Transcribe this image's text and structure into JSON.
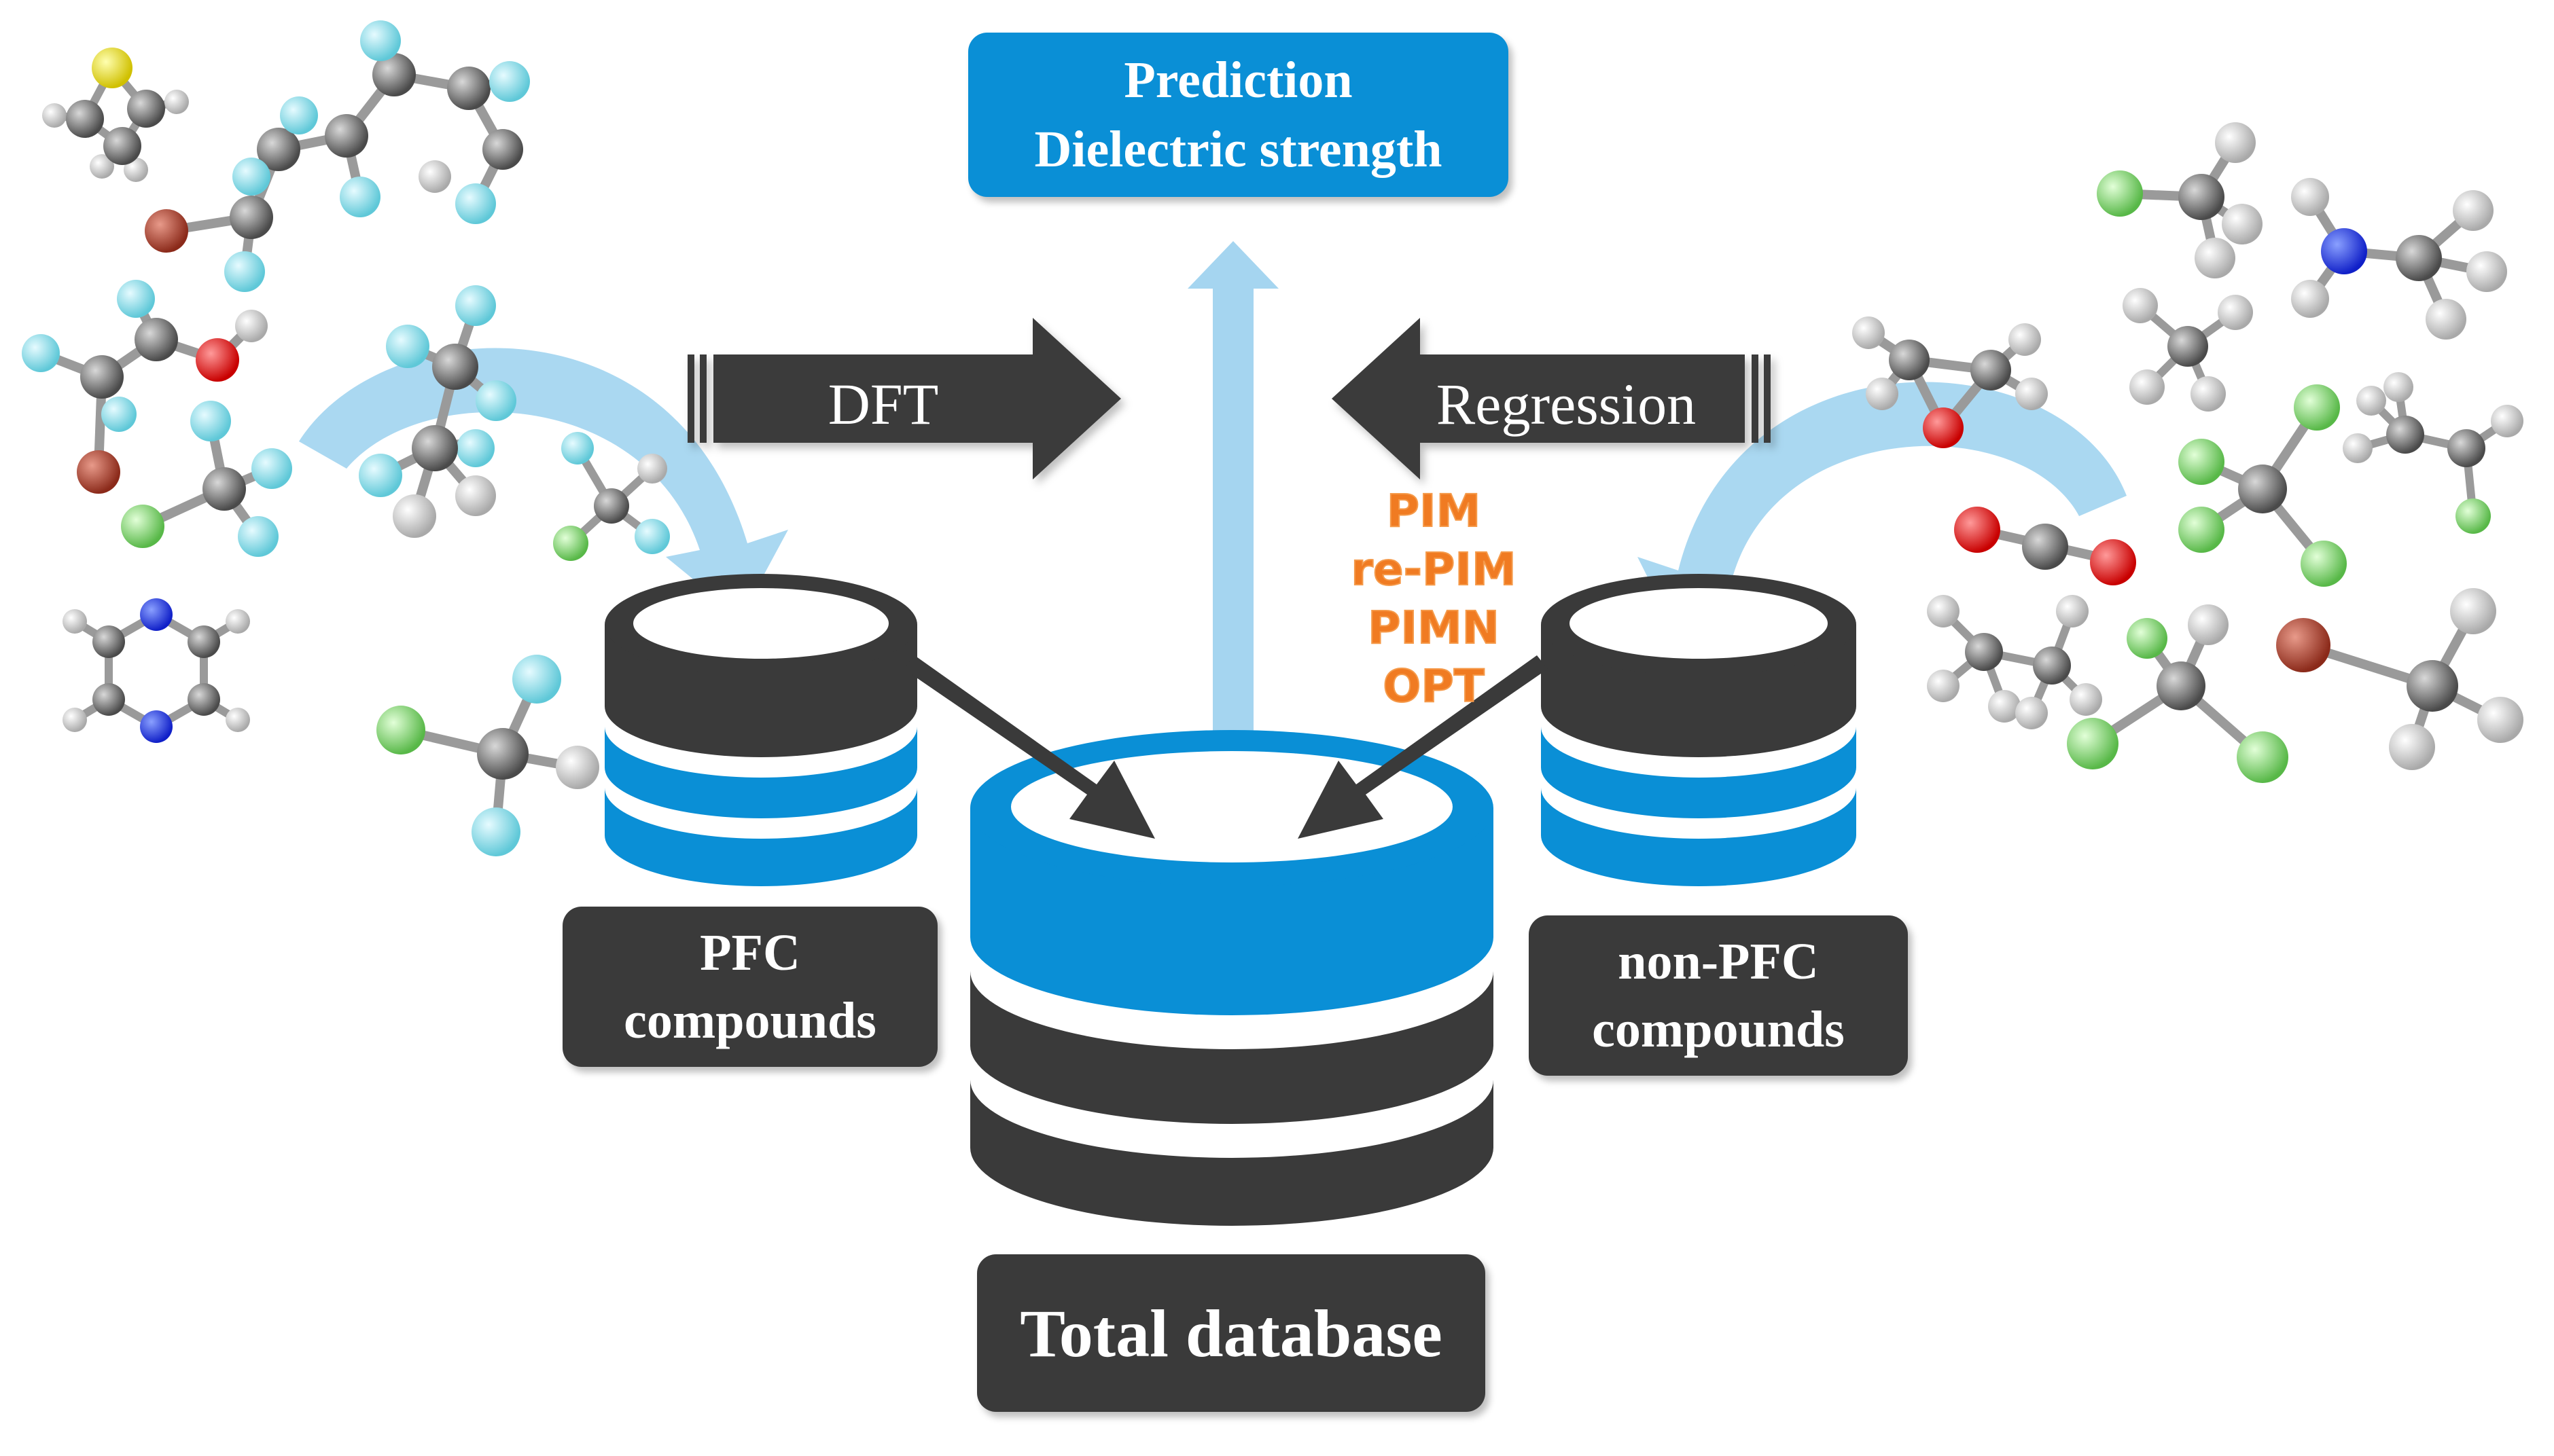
{
  "prediction": {
    "line1": "Prediction",
    "line2": "Dielectric strength"
  },
  "arrows": {
    "left_label": "DFT",
    "right_label": "Regression"
  },
  "methods": [
    "PIM",
    "re-PIM",
    "PIMN",
    "OPT"
  ],
  "pfc": {
    "line1": "PFC",
    "line2": "compounds"
  },
  "non_pfc": {
    "line1": "non-PFC",
    "line2": "compounds"
  },
  "total": {
    "label": "Total database"
  },
  "colors": {
    "accent_blue": "#0a8fd6",
    "dark_gray": "#3a3a3a",
    "orange": "#f07b22",
    "light_blue_arrow": "#8ecbec"
  },
  "atom_icons": [
    "carbon-atom",
    "fluorine-atom",
    "hydrogen-atom",
    "oxygen-atom",
    "chlorine-atom",
    "nitrogen-atom",
    "sulfur-atom",
    "bromine-atom"
  ]
}
